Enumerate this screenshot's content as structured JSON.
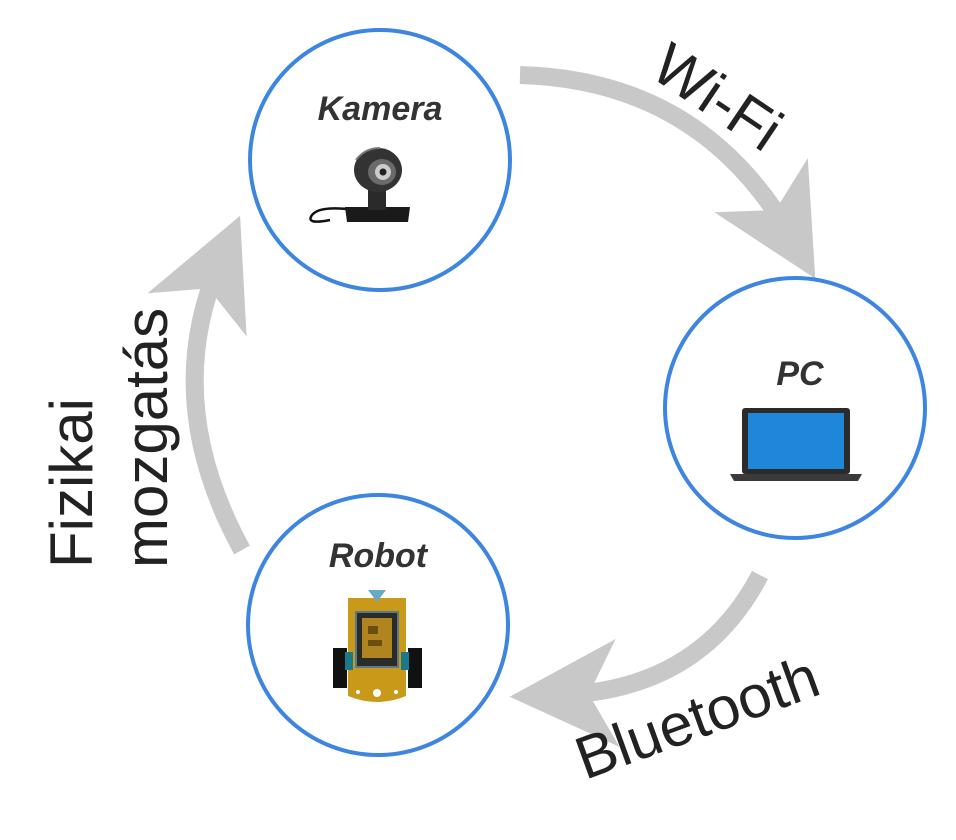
{
  "nodes": {
    "camera": {
      "title": "Kamera",
      "icon": "webcam-icon"
    },
    "pc": {
      "title": "PC",
      "icon": "laptop-icon"
    },
    "robot": {
      "title": "Robot",
      "icon": "robot-icon"
    }
  },
  "edges": {
    "camera_to_pc": {
      "label": "Wi-Fi"
    },
    "pc_to_robot": {
      "label": "Bluetooth"
    },
    "robot_to_camera": {
      "label_line1": "Fizikai",
      "label_line2": "mozgatás"
    }
  },
  "colors": {
    "node_border": "#3d85e0",
    "arrow": "#c8c8c8",
    "text": "#222222",
    "laptop_screen": "#1e87d8",
    "robot_body": "#c99a1a"
  }
}
